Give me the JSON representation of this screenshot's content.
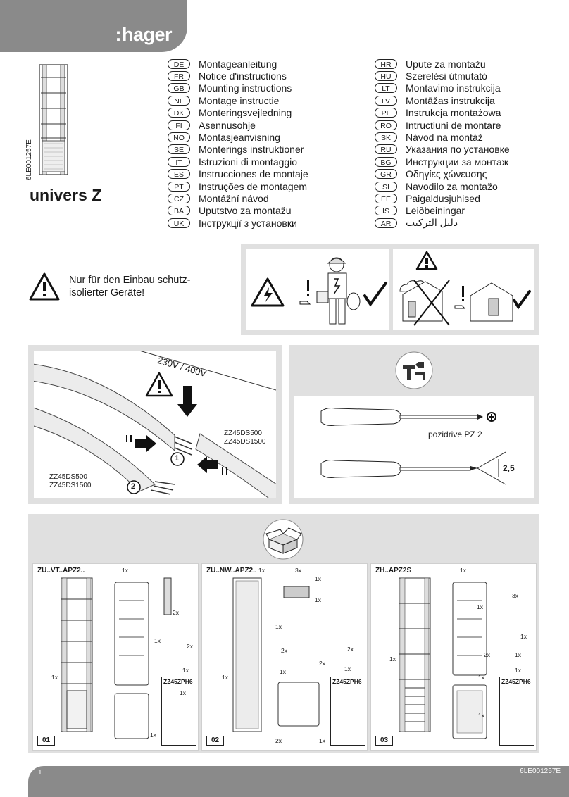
{
  "brand": {
    "name": "hager"
  },
  "doc_ref_vertical": "6LE001257E",
  "product_name": "univers Z",
  "languages_left": [
    {
      "code": "DE",
      "text": "Montageanleitung"
    },
    {
      "code": "FR",
      "text": "Notice d'instructions"
    },
    {
      "code": "GB",
      "text": "Mounting instructions"
    },
    {
      "code": "NL",
      "text": "Montage instructie"
    },
    {
      "code": "DK",
      "text": "Monteringsvejledning"
    },
    {
      "code": "FI",
      "text": "Asennusohje"
    },
    {
      "code": "NO",
      "text": "Montasjeanvisning"
    },
    {
      "code": "SE",
      "text": "Monterings instruktioner"
    },
    {
      "code": "IT",
      "text": "Istruzioni di montaggio"
    },
    {
      "code": "ES",
      "text": "Instrucciones de montaje"
    },
    {
      "code": "PT",
      "text": "Instruções de montagem"
    },
    {
      "code": "CZ",
      "text": "Montážní návod"
    },
    {
      "code": "BA",
      "text": "Uputstvo za montažu"
    },
    {
      "code": "UK",
      "text": "Інструкції з установки"
    }
  ],
  "languages_right": [
    {
      "code": "HR",
      "text": "Upute za montažu"
    },
    {
      "code": "HU",
      "text": "Szerelési útmutató"
    },
    {
      "code": "LT",
      "text": "Montavimo instrukcija"
    },
    {
      "code": "LV",
      "text": "Montāžas instrukcija"
    },
    {
      "code": "PL",
      "text": "Instrukcja montażowa"
    },
    {
      "code": "RO",
      "text": "Intructiuni de montare"
    },
    {
      "code": "SK",
      "text": "Návod na montáž"
    },
    {
      "code": "RU",
      "text": "Указания по установке"
    },
    {
      "code": "BG",
      "text": "Инструкции за монтаж"
    },
    {
      "code": "GR",
      "text": "Οδηγίες χώνευσης"
    },
    {
      "code": "SI",
      "text": "Navodilo za montažo"
    },
    {
      "code": "EE",
      "text": "Paigaldusjuhised"
    },
    {
      "code": "IS",
      "text": "Leiðbeiningar"
    },
    {
      "code": "AR",
      "text": "دليل التركيب"
    }
  ],
  "warning": {
    "line1": "Nur für den Einbau schutz-",
    "line2": "isolierter Geräte!"
  },
  "cable_panel": {
    "voltage": "230V / 400V",
    "label_right_1": "ZZ45DS500",
    "label_right_2": "ZZ45DS1500",
    "label_left_1": "ZZ45DS500",
    "label_left_2": "ZZ45DS1500",
    "step1": "1",
    "step2": "2"
  },
  "tools_panel": {
    "tool1_label": "pozidrive PZ 2",
    "tool2_dim": "2,5"
  },
  "kits": [
    {
      "title": "ZU..VT..APZ2..",
      "number": "01",
      "acc_label": "ZZ45ZPH6"
    },
    {
      "title": "ZU..NW..APZ2..",
      "number": "02",
      "acc_label": "ZZ45ZPH6"
    },
    {
      "title": "ZH..APZ2S",
      "number": "03",
      "acc_label": "ZZ45ZPH6"
    }
  ],
  "qty": {
    "q1": "1x",
    "q2": "2x",
    "q3": "3x"
  },
  "footer": {
    "page": "1",
    "ref": "6LE001257E"
  }
}
